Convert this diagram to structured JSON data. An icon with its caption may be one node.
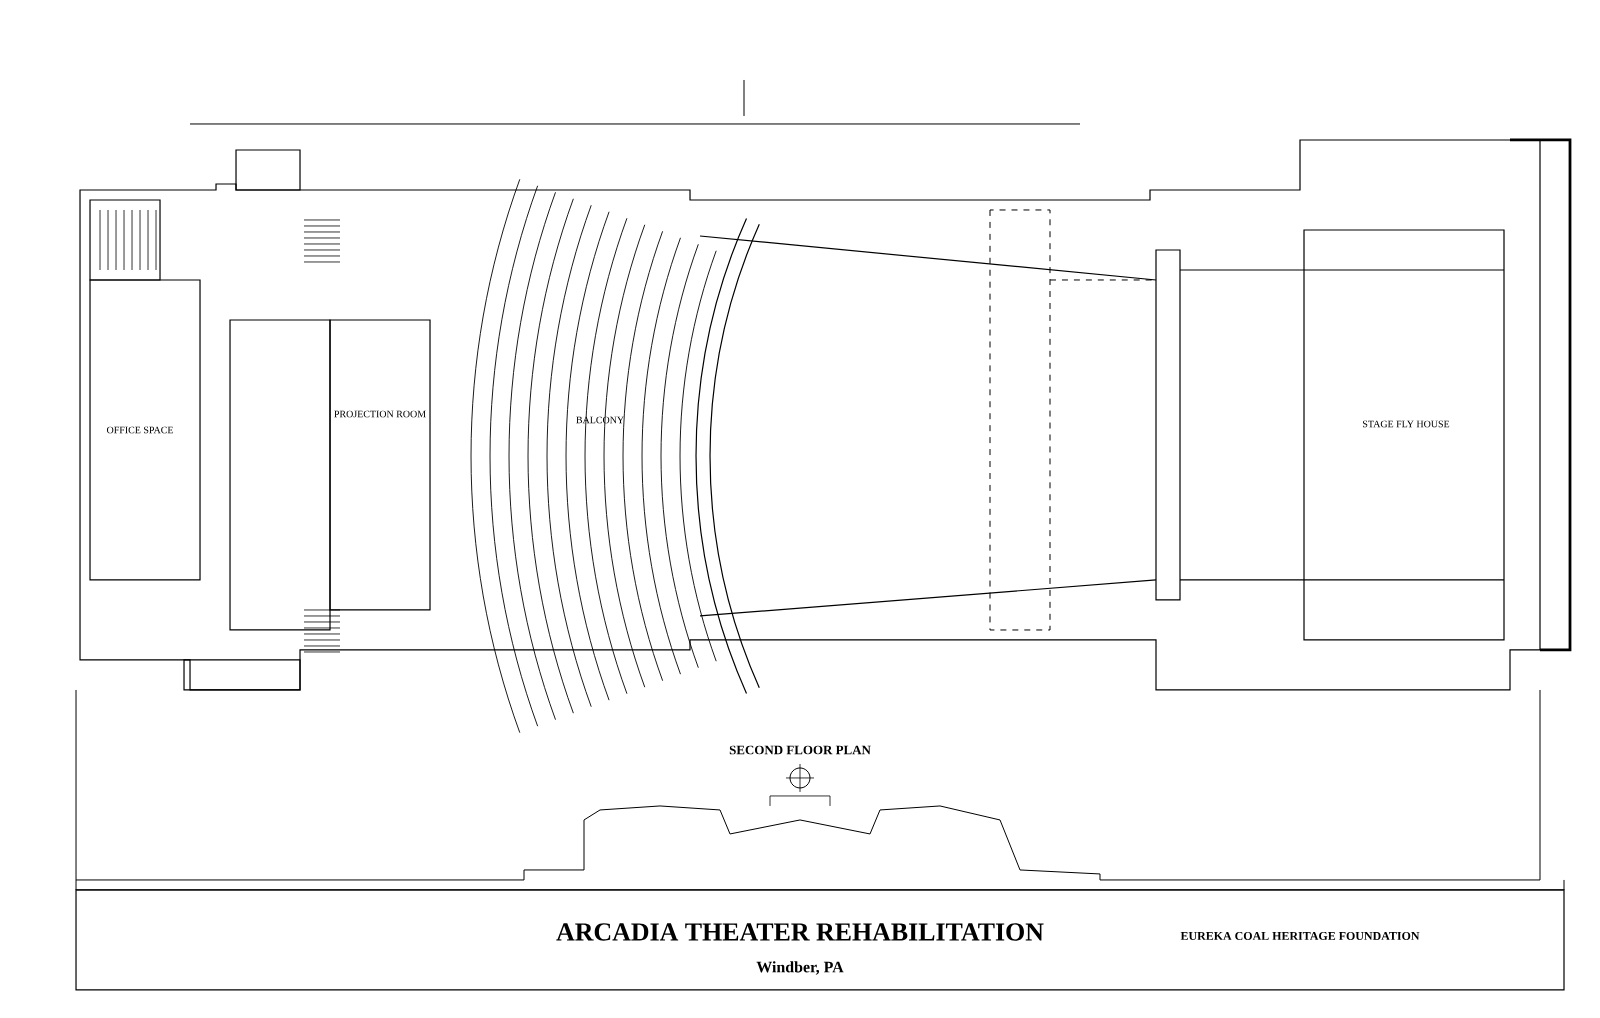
{
  "diagram": {
    "title": "ARCADIA THEATER REHABILITATION",
    "labels": [
      "OFFICE SPACE",
      "PROJECTION ROOM",
      "BALCONY",
      "STAGE FLY HOUSE",
      "SECOND FLOOR PLAN",
      "Windber, PA",
      "EUREKA COAL HERITAGE FOUNDATION"
    ]
  }
}
